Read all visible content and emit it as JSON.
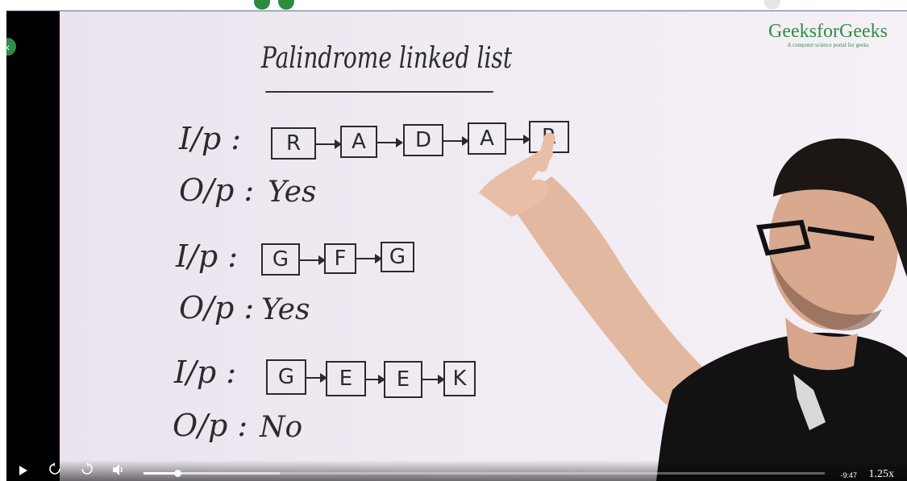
{
  "video": {
    "logo_name": "GeeksforGeeks",
    "logo_tagline": "A computer science portal for geeks",
    "board_title": "Palindrome linked list",
    "examples": [
      {
        "input_label": "I/p :",
        "nodes": [
          "R",
          "A",
          "D",
          "A",
          "R"
        ],
        "output_label": "O/p :",
        "output": "Yes"
      },
      {
        "input_label": "I/p :",
        "nodes": [
          "G",
          "F",
          "G"
        ],
        "output_label": "O/p :",
        "output": "Yes"
      },
      {
        "input_label": "I/p :",
        "nodes": [
          "G",
          "E",
          "E",
          "K"
        ],
        "output_label": "O/p :",
        "output": "No"
      }
    ]
  },
  "controls": {
    "play_icon": "play-icon",
    "rewind_icon": "rewind-10-icon",
    "forward_icon": "forward-10-icon",
    "volume_icon": "volume-icon",
    "time_remaining": "-9:47",
    "playback_speed": "1.25x",
    "progress_fraction": 0.05,
    "buffered_fraction": 0.2
  },
  "colors": {
    "brand_green": "#2f8d46",
    "board": "#f1ebf3",
    "ink": "#2b2b2b"
  }
}
